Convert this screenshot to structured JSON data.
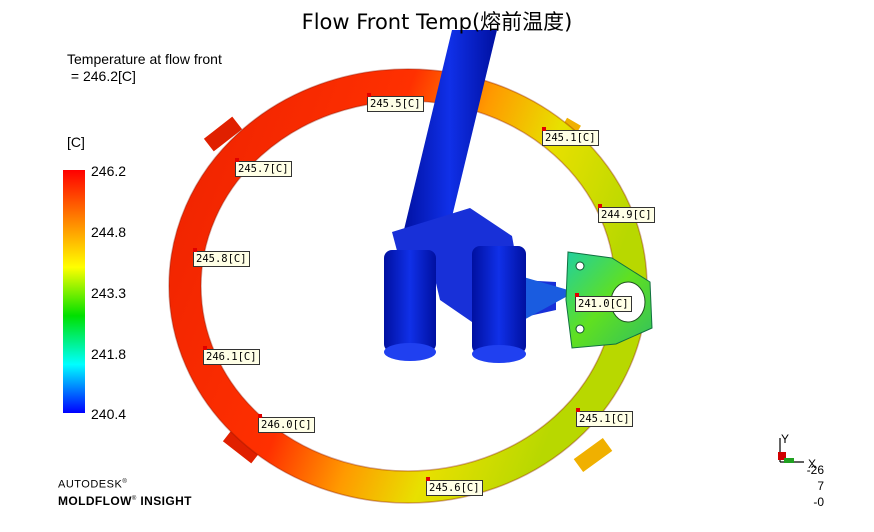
{
  "title": "Flow Front Temp(熔前温度)",
  "result": {
    "line1": "Temperature at flow front",
    "line2": " = 246.2[C]"
  },
  "legend": {
    "unit": "[C]",
    "ticks": [
      "246.2",
      "244.8",
      "243.3",
      "241.8",
      "240.4"
    ],
    "colors": [
      "#ff0000",
      "#ff8000",
      "#ffff00",
      "#00e000",
      "#00ffff",
      "#0000ff"
    ]
  },
  "probes": [
    {
      "text": "245.5[C]"
    },
    {
      "text": "245.1[C]"
    },
    {
      "text": "245.7[C]"
    },
    {
      "text": "244.9[C]"
    },
    {
      "text": "245.8[C]"
    },
    {
      "text": "241.0[C]"
    },
    {
      "text": "246.1[C]"
    },
    {
      "text": "246.0[C]"
    },
    {
      "text": "245.1[C]"
    },
    {
      "text": "245.6[C]"
    }
  ],
  "logo": {
    "line1": "AUTODESK",
    "line1_mark": "®",
    "line2": "MOLDFLOW",
    "line2_mark": "®",
    "line3": " INSIGHT"
  },
  "axis": {
    "y_label": "Y",
    "x_label": "X",
    "numbers": [
      "-26",
      "7",
      "-0"
    ]
  }
}
